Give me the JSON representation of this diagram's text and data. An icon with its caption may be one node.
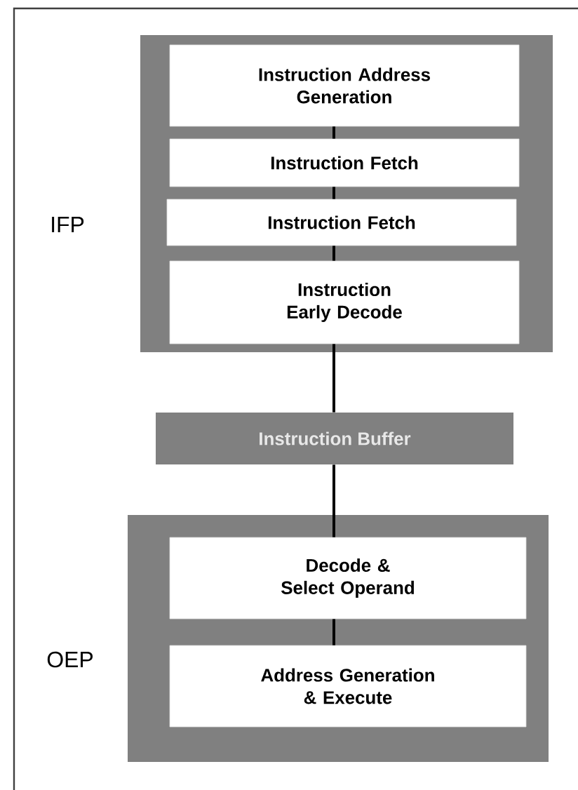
{
  "diagram": {
    "nodes": [
      {
        "text": [
          "IFP"
        ]
      },
      {
        "text": [
          "Instruction Address Generation"
        ],
        "in": 0
      },
      {
        "text": [
          "Instruction Fetch"
        ],
        "in": 0
      },
      {
        "text": [
          "Instruction Fetch"
        ],
        "in": 0
      },
      {
        "text": [
          "Instruction Early Decode"
        ],
        "in": 0
      },
      {
        "text": [
          "Instruction Buffer"
        ]
      },
      {
        "text": [
          "OEP"
        ]
      },
      {
        "text": [
          "Decode & Select Operand"
        ],
        "in": 6
      },
      {
        "text": [
          "Address Generation & Execute"
        ],
        "in": 6
      }
    ],
    "edges": [
      {
        "from": 1,
        "to": 2,
        "arrow": "none"
      },
      {
        "from": 2,
        "to": 3,
        "arrow": "none"
      },
      {
        "from": 3,
        "to": 4,
        "arrow": "none"
      },
      {
        "from": 4,
        "to": 5,
        "arrow": "none"
      },
      {
        "from": 5,
        "to": 7,
        "arrow": "none"
      },
      {
        "from": 7,
        "to": 8,
        "arrow": "none"
      }
    ]
  }
}
